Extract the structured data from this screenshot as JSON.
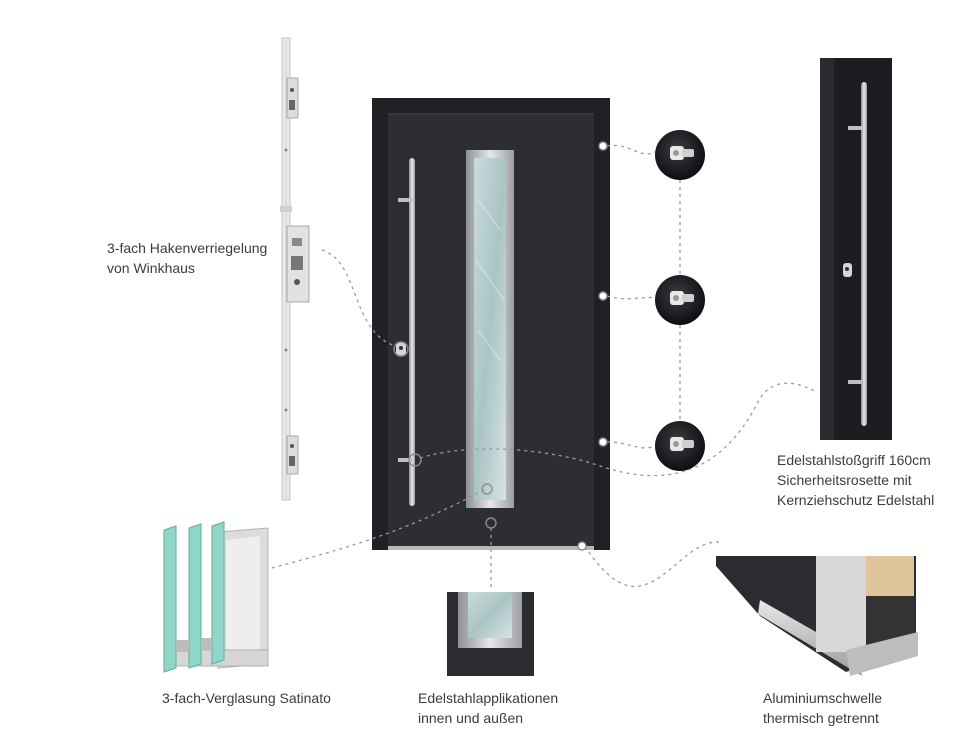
{
  "labels": {
    "lock": {
      "line1": "3-fach Hakenverriegelung",
      "line2": "von Winkhaus"
    },
    "handle": {
      "line1": "Edelstahlstoßgriff 160cm",
      "line2": "Sicherheitsrosette mit",
      "line3": "Kernziehschutz Edelstahl"
    },
    "glazing": {
      "line1": "3-fach-Verglasung Satinato"
    },
    "applications": {
      "line1": "Edelstahlapplikationen",
      "line2": "innen und außen"
    },
    "threshold": {
      "line1": "Aluminiumschwelle",
      "line2": "thermisch getrennt"
    }
  },
  "colors": {
    "door": "#2a2c30",
    "frame": "#222428",
    "steel": "#c8cacc",
    "glass": "#b9cfcf",
    "glass_edge": "#7fc3b8",
    "connector": "#9a9a9a",
    "text": "#3c3c3c"
  },
  "icons": [
    "hinge-icon",
    "multipoint-lock-icon",
    "glazing-cross-section-icon",
    "threshold-icon"
  ]
}
